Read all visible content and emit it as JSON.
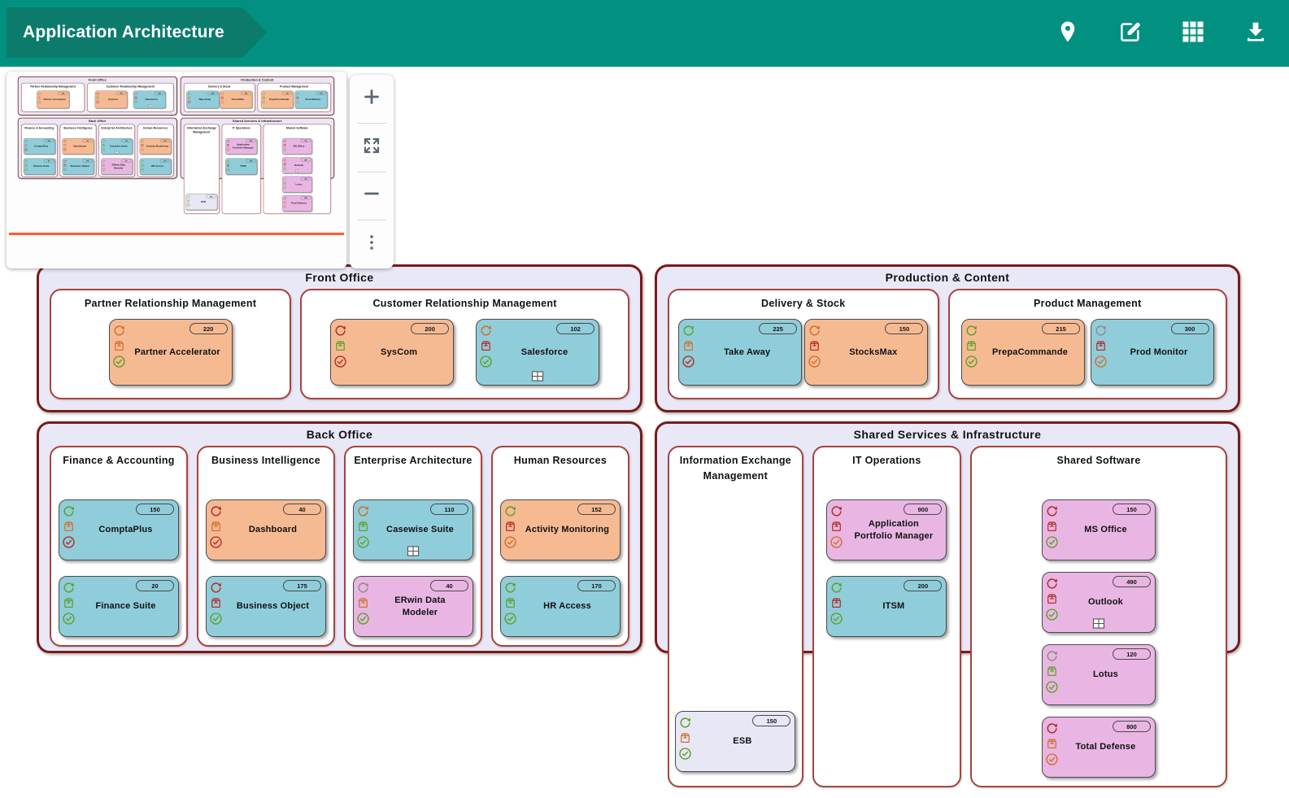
{
  "header": {
    "title": "Application Architecture",
    "icons": [
      {
        "name": "location-pin-icon"
      },
      {
        "name": "edit-icon"
      },
      {
        "name": "grid-menu-icon"
      },
      {
        "name": "download-icon"
      }
    ]
  },
  "colors": {
    "header_bg": "#029181",
    "banner_bg": "#0c7b6c",
    "group_border": "#7a1b1b",
    "group_bg": "#e9e8f7",
    "subgroup_border": "#a8433e",
    "viewport_line": "#ff5b2e",
    "app_orange": "#f6ba93",
    "app_blue": "#90cdda",
    "app_pink": "#e9b6e3",
    "app_lavender": "#e7e7f5",
    "status_green": "#63a02f",
    "status_orange": "#d2722f",
    "status_red": "#b53128",
    "status_gray": "#8e8e8e"
  },
  "zoom_controls": [
    {
      "name": "zoom-in"
    },
    {
      "name": "fit-view"
    },
    {
      "name": "zoom-out"
    },
    {
      "name": "more-options"
    }
  ],
  "diagram": {
    "groups": [
      {
        "title": "Front Office",
        "subgroups": [
          {
            "title": "Partner Relationship Management",
            "apps": [
              {
                "name": "Partner Accelerator",
                "badge": "220",
                "color": "orange",
                "refresh": "orange",
                "box": "orange",
                "check": "green"
              }
            ]
          },
          {
            "title": "Customer Relationship Management",
            "apps": [
              {
                "name": "SysCom",
                "badge": "200",
                "color": "orange",
                "refresh": "red",
                "box": "green",
                "check": "red"
              },
              {
                "name": "Salesforce",
                "badge": "102",
                "color": "blue",
                "refresh": "orange",
                "box": "red",
                "check": "green",
                "window": true
              }
            ]
          }
        ]
      },
      {
        "title": "Production & Content",
        "subgroups": [
          {
            "title": "Delivery & Stock",
            "apps": [
              {
                "name": "Take Away",
                "badge": "225",
                "color": "blue",
                "refresh": "green",
                "box": "orange",
                "check": "red"
              },
              {
                "name": "StocksMax",
                "badge": "150",
                "color": "orange",
                "refresh": "orange",
                "box": "red",
                "check": "orange"
              }
            ]
          },
          {
            "title": "Product Management",
            "apps": [
              {
                "name": "PrepaCommande",
                "badge": "215",
                "color": "orange",
                "refresh": "green",
                "box": "green",
                "check": "green"
              },
              {
                "name": "Prod Monitor",
                "badge": "300",
                "color": "blue",
                "refresh": "gray",
                "box": "red",
                "check": "orange"
              }
            ]
          }
        ]
      },
      {
        "title": "Back Office",
        "subgroups": [
          {
            "title": "Finance & Accounting",
            "apps": [
              {
                "name": "ComptaPlus",
                "badge": "150",
                "color": "blue",
                "refresh": "green",
                "box": "orange",
                "check": "red"
              },
              {
                "name": "Finance Suite",
                "badge": "20",
                "color": "blue",
                "refresh": "green",
                "box": "green",
                "check": "green"
              }
            ]
          },
          {
            "title": "Business Intelligence",
            "apps": [
              {
                "name": "Dashboard",
                "badge": "40",
                "color": "orange",
                "refresh": "red",
                "box": "orange",
                "check": "red"
              },
              {
                "name": "Business Object",
                "badge": "175",
                "color": "blue",
                "refresh": "red",
                "box": "red",
                "check": "green"
              }
            ]
          },
          {
            "title": "Enterprise Architecture",
            "apps": [
              {
                "name": "Casewise Suite",
                "badge": "110",
                "color": "blue",
                "refresh": "orange",
                "box": "green",
                "check": "green",
                "window": true
              },
              {
                "name": "ERwin Data Modeler",
                "badge": "40",
                "color": "pink",
                "refresh": "gray",
                "box": "orange",
                "check": "green"
              }
            ]
          },
          {
            "title": "Human Resources",
            "apps": [
              {
                "name": "Activity Monitoring",
                "badge": "152",
                "color": "orange",
                "refresh": "green",
                "box": "red",
                "check": "orange"
              },
              {
                "name": "HR Access",
                "badge": "170",
                "color": "blue",
                "refresh": "green",
                "box": "green",
                "check": "green"
              }
            ]
          }
        ]
      },
      {
        "title": "Shared Services & Infrastructure",
        "subgroups": [
          {
            "title": "Information Exchange Management",
            "bottom_apps": true,
            "apps": [
              {
                "name": "ESB",
                "badge": "150",
                "color": "lavender",
                "refresh": "green",
                "box": "orange",
                "check": "green"
              }
            ]
          },
          {
            "title": "IT Operations",
            "apps": [
              {
                "name": "Application Portfolio Manager",
                "badge": "900",
                "color": "pink",
                "refresh": "red",
                "box": "red",
                "check": "orange"
              },
              {
                "name": "ITSM",
                "badge": "200",
                "color": "blue",
                "refresh": "green",
                "box": "red",
                "check": "green"
              }
            ]
          },
          {
            "title": "Shared Software",
            "grid": true,
            "apps": [
              {
                "name": "MS Office",
                "badge": "150",
                "color": "pink",
                "refresh": "red",
                "box": "red",
                "check": "green"
              },
              {
                "name": "Outlook",
                "badge": "490",
                "color": "pink",
                "refresh": "red",
                "box": "red",
                "check": "green",
                "window": true
              },
              {
                "name": "Lotus",
                "badge": "120",
                "color": "pink",
                "refresh": "gray",
                "box": "green",
                "check": "green"
              },
              {
                "name": "Total Defense",
                "badge": "800",
                "color": "pink",
                "refresh": "red",
                "box": "orange",
                "check": "orange"
              }
            ]
          }
        ]
      }
    ]
  }
}
